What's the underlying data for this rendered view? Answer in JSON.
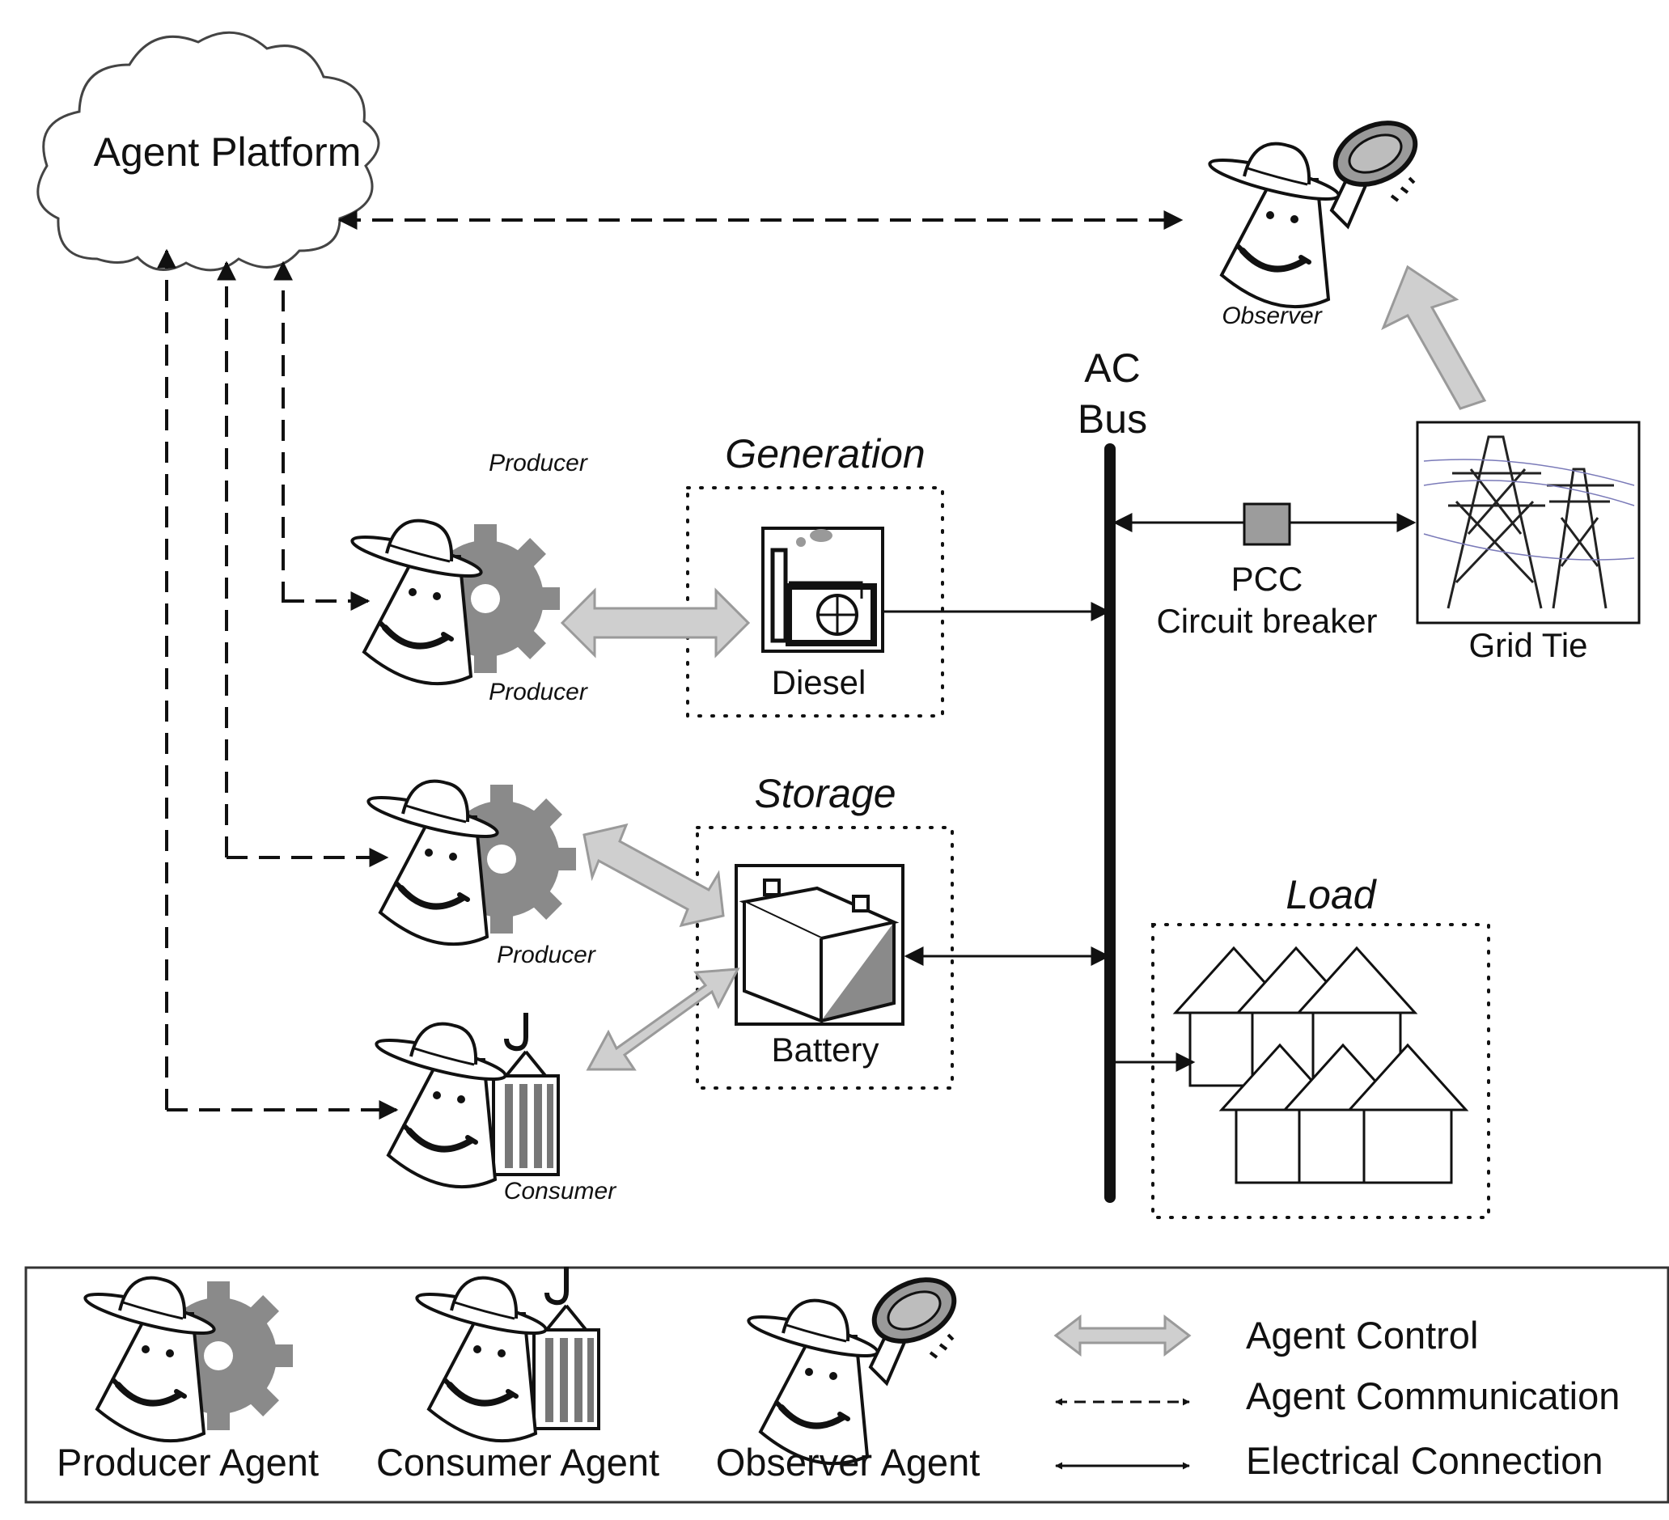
{
  "platform": {
    "label": "Agent Platform"
  },
  "bus": {
    "line1": "AC",
    "line2": "Bus"
  },
  "sections": {
    "generation": "Generation",
    "storage": "Storage",
    "load": "Load"
  },
  "components": {
    "diesel": "Diesel",
    "battery": "Battery",
    "pcc_line1": "PCC",
    "pcc_line2": "Circuit breaker",
    "grid_tie": "Grid Tie"
  },
  "agents": {
    "observer": "Observer",
    "producer_top": "Producer",
    "producer_bottom": "Producer",
    "producer_storage": "Producer",
    "consumer": "Consumer"
  },
  "legend": {
    "producer_agent": "Producer Agent",
    "consumer_agent": "Consumer Agent",
    "observer_agent": "Observer Agent",
    "agent_control": "Agent Control",
    "agent_communication": "Agent Communication",
    "electrical_connection": "Electrical Connection"
  },
  "colors": {
    "line": "#111111",
    "gear": "#8a8a8a",
    "control_arrow_fill": "#cfcfcf",
    "control_arrow_stroke": "#9a9a9a",
    "pcc_fill": "#9c9c9c"
  },
  "icons": {
    "producer": "agent-hat-gear-icon",
    "consumer": "agent-hat-crate-icon",
    "observer": "agent-hat-magnifier-icon",
    "diesel": "diesel-generator-icon",
    "battery": "battery-icon",
    "grid": "power-pylon-icon",
    "load": "houses-icon"
  }
}
